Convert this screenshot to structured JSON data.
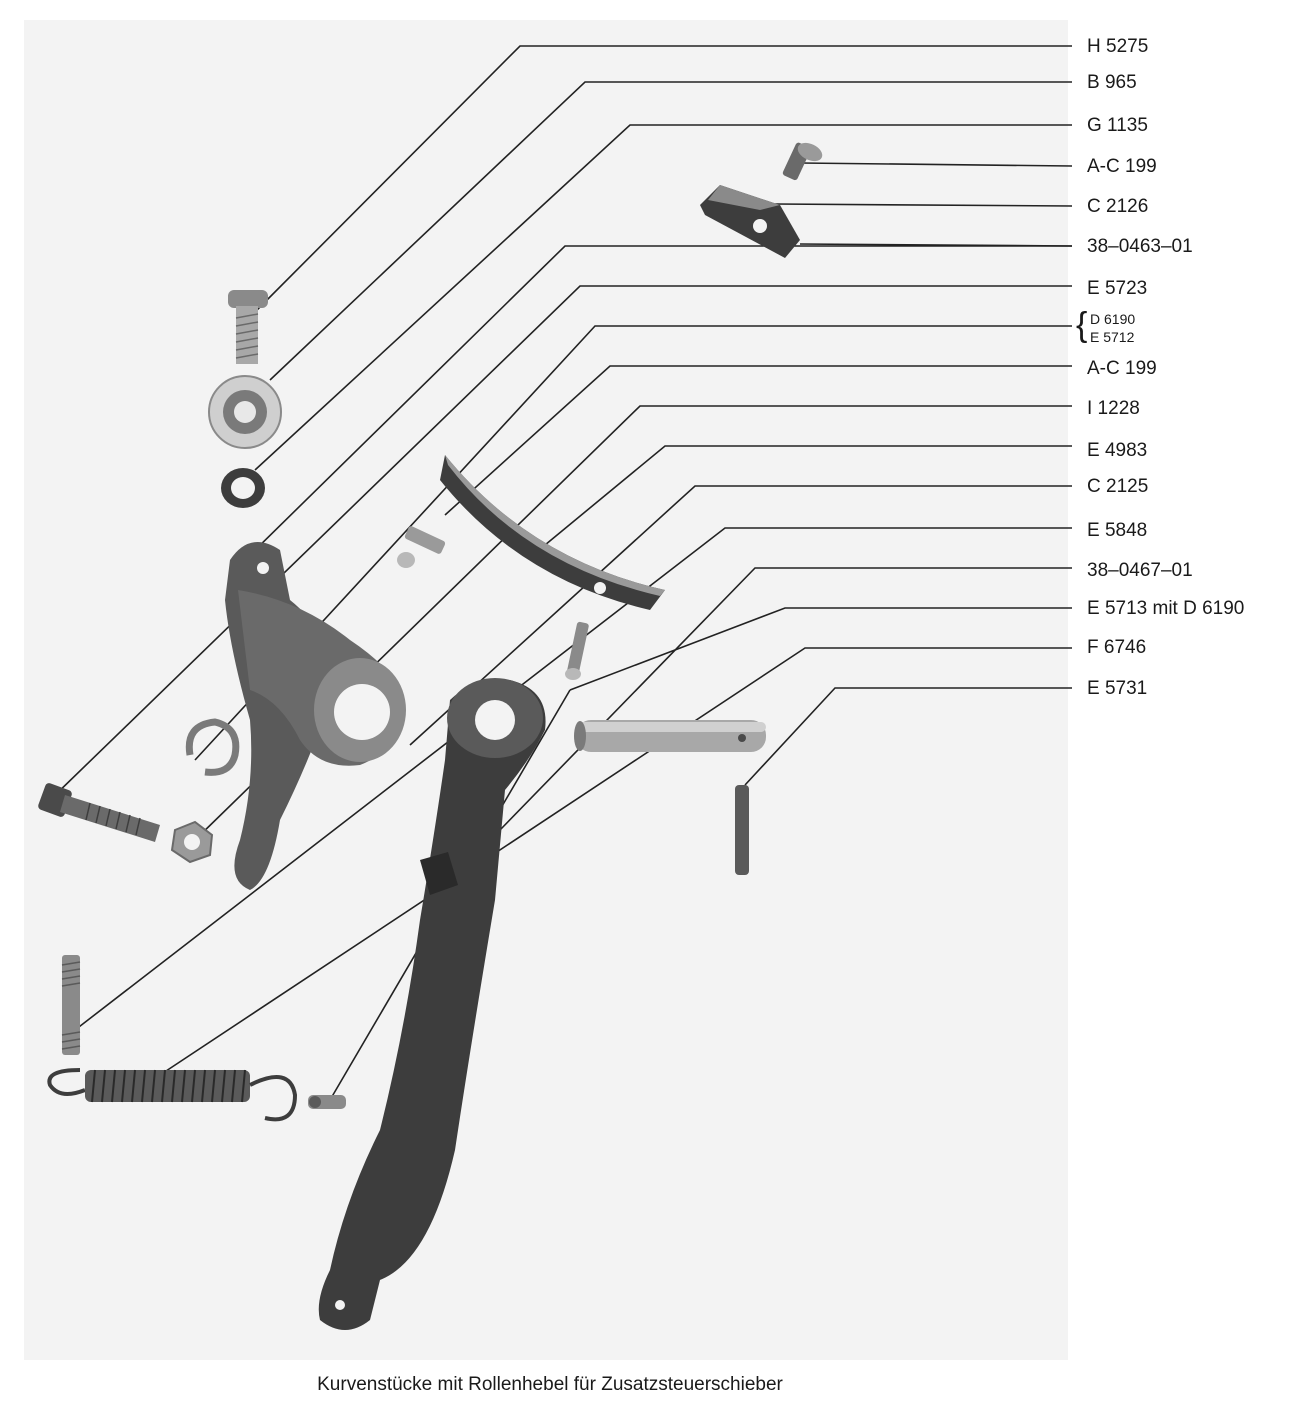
{
  "labels": [
    "H  5275",
    "B  965",
    "G  1135",
    "A-C  199",
    "C  2126",
    "38–0463–01",
    "E  5723",
    "A-C  199",
    "I  1228",
    "E  4983",
    "C  2125",
    "E  5848",
    "38–0467–01",
    "E  5713 mit D  6190",
    "F  6746",
    "E  5731"
  ],
  "brace_items": [
    "D  6190",
    "E  5712"
  ],
  "caption": "Kurvenstücke mit Rollenhebel für Zusatzsteuerschieber",
  "colors": {
    "background": "#f3f3f3",
    "metal_dark": "#3d3d3d",
    "metal_mid": "#6a6a6a",
    "metal_light": "#b8b8b8",
    "leader": "#222222"
  }
}
